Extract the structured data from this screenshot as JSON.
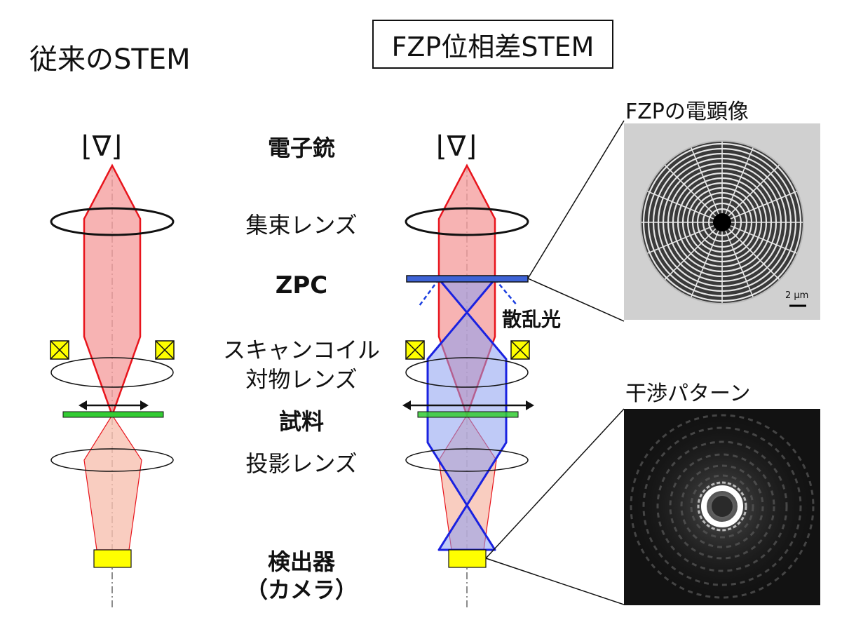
{
  "titles": {
    "conventional": "従来のSTEM",
    "fzp": "FZP位相差STEM"
  },
  "labels": {
    "electron_gun": "電子銃",
    "condenser_lens": "集束レンズ",
    "zpc": "ZPC",
    "scan_coil": "スキャンコイル",
    "objective_lens": "対物レンズ",
    "specimen": "試料",
    "projection_lens": "投影レンズ",
    "detector": "検出器",
    "camera": "（カメラ）",
    "scattered_light": "散乱光"
  },
  "gun_symbol": "⌊∇⌋",
  "insets": {
    "fzp_image_title": "FZPの電顕像",
    "fzp_scale_bar": "2 μm",
    "interference_title": "干渉パターン"
  },
  "colors": {
    "beam_red_fill": "#f5a0a0",
    "beam_red_stroke": "#e8141c",
    "beam_blue_fill": "#a9b8f0",
    "beam_blue_stroke": "#1a22e0",
    "detector_yellow": "#ffff00",
    "specimen_green": "#33cc33",
    "zpc_blue": "#3e63d6"
  }
}
